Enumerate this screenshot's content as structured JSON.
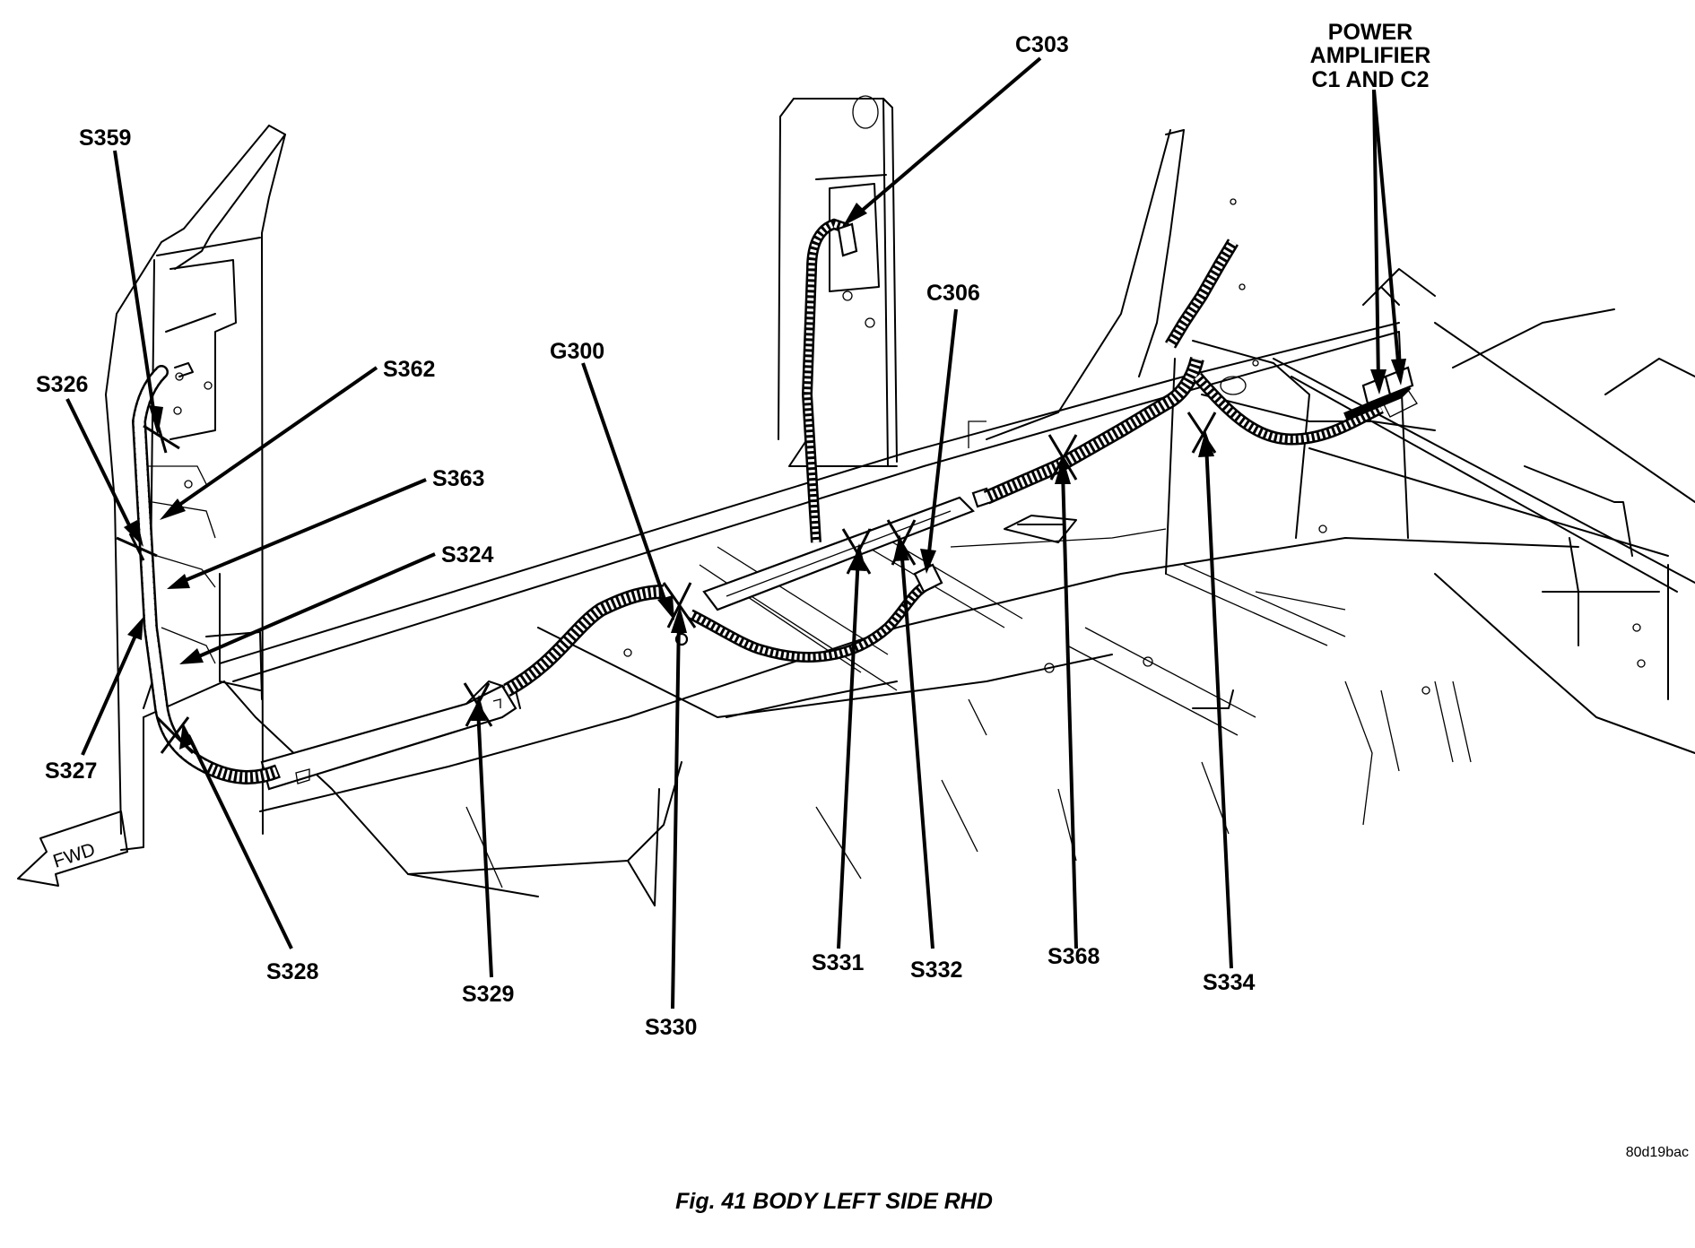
{
  "diagram": {
    "caption": "Fig. 41 BODY LEFT SIDE RHD",
    "figure_code": "80d19bac",
    "direction_arrow": "FWD",
    "labels": {
      "s359": "S359",
      "s326": "S326",
      "s362": "S362",
      "s363": "S363",
      "s324": "S324",
      "s327": "S327",
      "s328": "S328",
      "s329": "S329",
      "s330": "S330",
      "g300": "G300",
      "c303": "C303",
      "c306": "C306",
      "s331": "S331",
      "s332": "S332",
      "s368": "S368",
      "s334": "S334",
      "pa_line1": "POWER",
      "pa_line2": "AMPLIFIER",
      "pa_line3": "C1 AND C2"
    }
  }
}
